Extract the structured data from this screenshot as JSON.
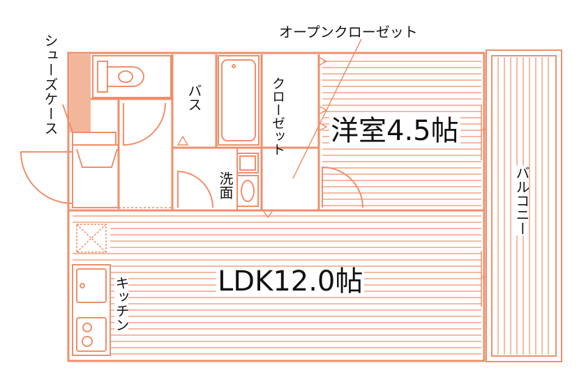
{
  "rooms": {
    "western": {
      "label": "洋室4.5帖"
    },
    "ldk": {
      "label": "LDK12.0帖"
    },
    "bath": {
      "label": "バス"
    },
    "closet": {
      "label": "クローゼット"
    },
    "washroom": {
      "label": "洗面"
    },
    "kitchen": {
      "label": "キッチン"
    },
    "balcony": {
      "label": "バルコニー"
    },
    "shoe_case": {
      "label": "シューズケース"
    },
    "open_closet": {
      "label": "オープンクローゼット"
    }
  },
  "colors": {
    "wall": "#f08e6a",
    "fill": "#f2b79a",
    "text": "#111111"
  }
}
